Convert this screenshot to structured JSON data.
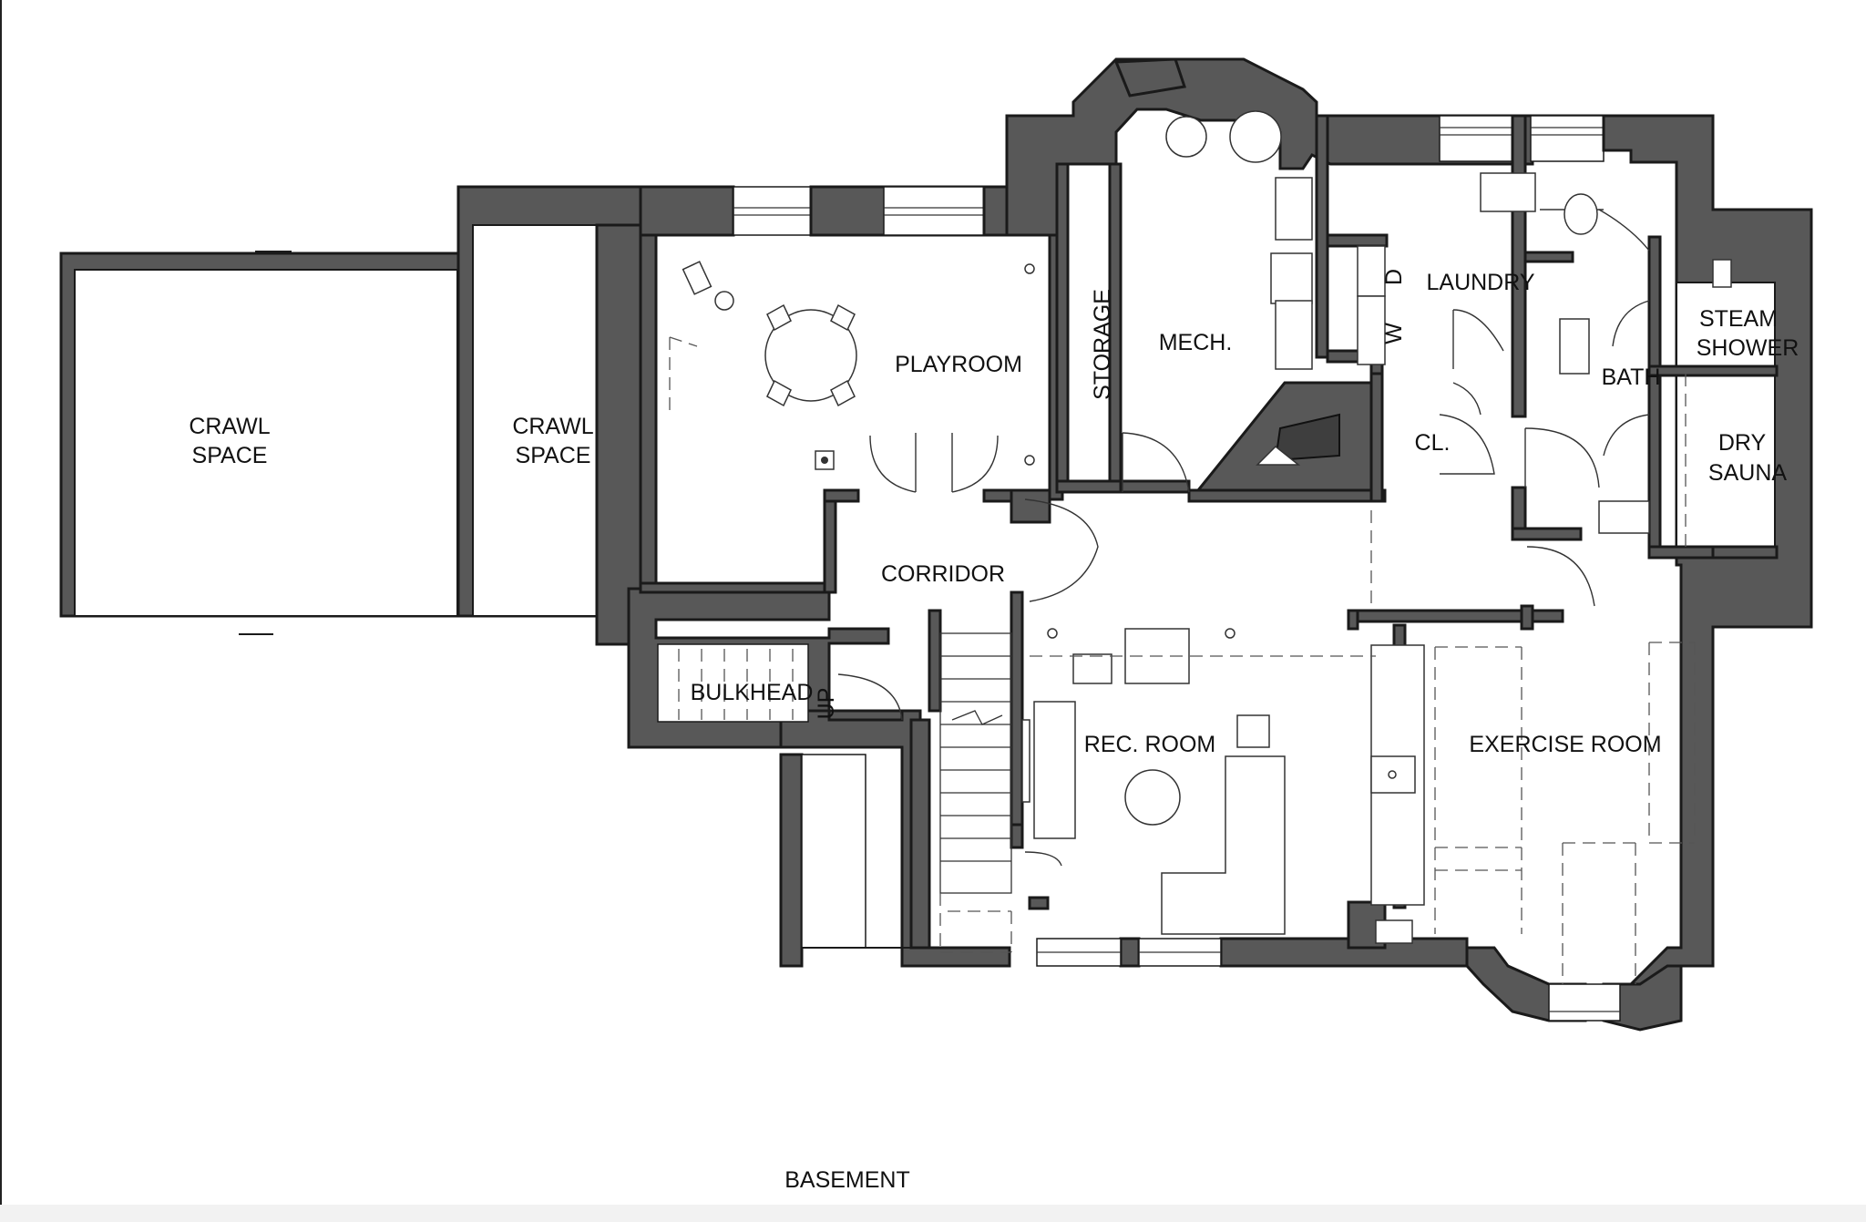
{
  "plan": {
    "title": "BASEMENT",
    "rooms": {
      "crawl_space_1_line1": "CRAWL",
      "crawl_space_1_line2": "SPACE",
      "crawl_space_2_line1": "CRAWL",
      "crawl_space_2_line2": "SPACE",
      "playroom": "PLAYROOM",
      "storage": "STORAGE",
      "mech": "MECH.",
      "laundry": "LAUNDRY",
      "bath": "BATH",
      "steam_shower_line1": "STEAM",
      "steam_shower_line2": "SHOWER",
      "dry_sauna_line1": "DRY",
      "dry_sauna_line2": "SAUNA",
      "closet": "CL.",
      "corridor": "CORRIDOR",
      "bulkhead": "BULKHEAD",
      "rec_room": "REC. ROOM",
      "exercise_room": "EXERCISE ROOM"
    },
    "appliance_labels": {
      "dryer": "D",
      "washer": "W"
    },
    "stair_direction": "UP"
  },
  "colors": {
    "wall_fill": "#585858",
    "line": "#1a1a1a",
    "background": "#ffffff"
  }
}
